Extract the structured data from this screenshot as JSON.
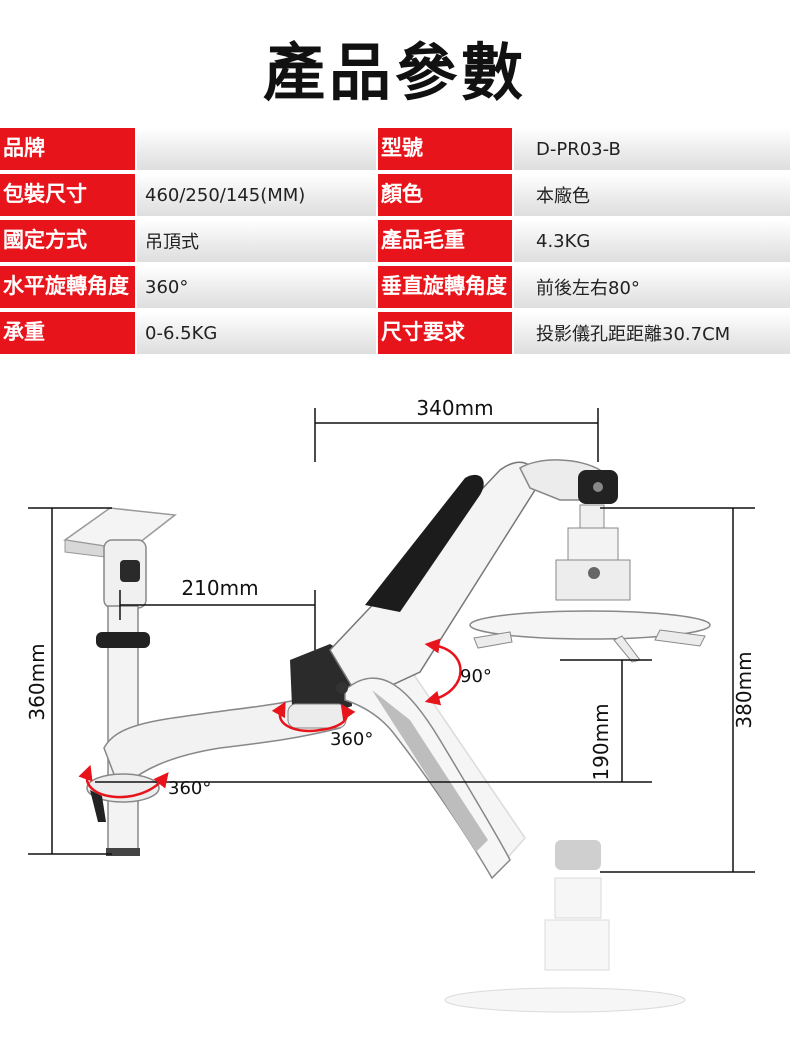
{
  "title": "產品參數",
  "specs": [
    {
      "label1": "品牌",
      "value1": "",
      "label2": "型號",
      "value2": "D-PR03-B"
    },
    {
      "label1": "包裝尺寸",
      "value1": "460/250/145(MM)",
      "label2": "顏色",
      "value2": "本廠色"
    },
    {
      "label1": "國定方式",
      "value1": "吊頂式",
      "label2": "產品毛重",
      "value2": "4.3KG"
    },
    {
      "label1": "水平旋轉角度",
      "value1": "360°",
      "label2": "垂直旋轉角度",
      "value2": "前後左右80°"
    },
    {
      "label1": "承重",
      "value1": "0-6.5KG",
      "label2": "尺寸要求",
      "value2": "投影儀孔距距離30.7CM"
    }
  ],
  "dimensions": {
    "width_top": "340mm",
    "arm_reach": "210mm",
    "height_left": "360mm",
    "height_right": "380mm",
    "height_mid": "190mm",
    "angle_tilt": "90°",
    "angle_joint": "360°",
    "angle_base": "360°"
  },
  "colors": {
    "accent": "#e8141b",
    "arrow": "#e8141b",
    "arm_white": "#f2f2f2",
    "arm_dark": "#1c1c1c"
  }
}
